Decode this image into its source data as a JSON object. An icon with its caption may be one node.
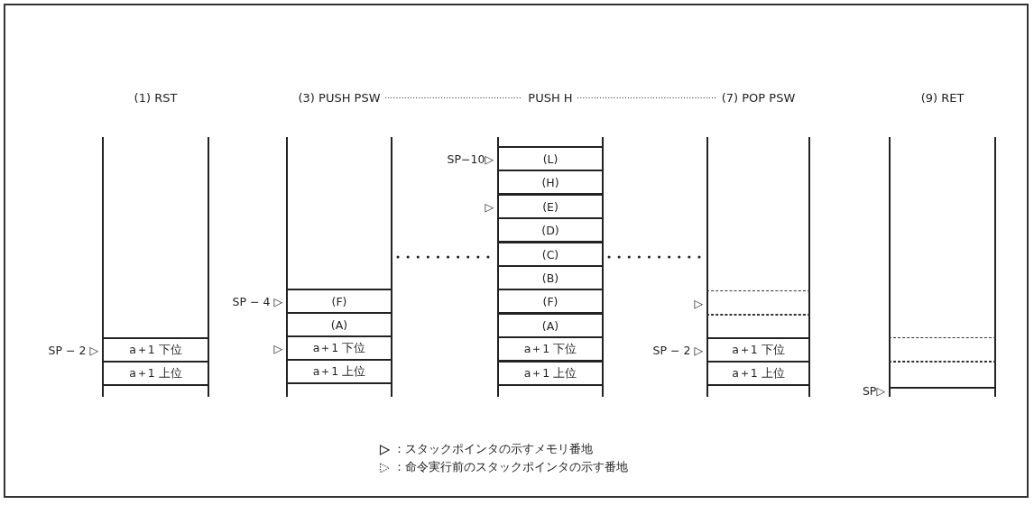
{
  "diagram": {
    "nodes": [
      {
        "text": [
          "(1) RST"
        ]
      },
      {
        "text": [
          "a＋1 下位"
        ],
        "in": 0,
        "beside": [
          "SP − 2 ▷"
        ]
      },
      {
        "text": [
          "a＋1 上位"
        ],
        "in": 0
      },
      {
        "text": [
          "(3) PUSH PSW"
        ]
      },
      {
        "text": [
          "(F)"
        ],
        "in": 3,
        "beside": [
          "SP − 4 ▷"
        ]
      },
      {
        "text": [
          "(A)"
        ],
        "in": 3
      },
      {
        "text": [
          "a＋1 下位"
        ],
        "in": 3,
        "beside": [
          "▷"
        ]
      },
      {
        "text": [
          "a＋1 上位"
        ],
        "in": 3
      },
      {
        "text": [
          "PUSH H"
        ]
      },
      {
        "text": [
          "(L)"
        ],
        "in": 8,
        "beside": [
          "SP−10▷"
        ]
      },
      {
        "text": [
          "(H)"
        ],
        "in": 8
      },
      {
        "text": [
          "(E)"
        ],
        "in": 8,
        "beside": [
          "▷"
        ]
      },
      {
        "text": [
          "(D)"
        ],
        "in": 8
      },
      {
        "text": [
          "(C)"
        ],
        "in": 8
      },
      {
        "text": [
          "(B)"
        ],
        "in": 8
      },
      {
        "text": [
          "(F)"
        ],
        "in": 8
      },
      {
        "text": [
          "(A)"
        ],
        "in": 8
      },
      {
        "text": [
          "a＋1 下位"
        ],
        "in": 8
      },
      {
        "text": [
          "a＋1 上位"
        ],
        "in": 8
      },
      {
        "text": [
          "(7) POP PSW"
        ]
      },
      {
        "text": [],
        "shape": "box",
        "in": 19,
        "beside": [
          "▷"
        ]
      },
      {
        "text": [],
        "shape": "box",
        "in": 19
      },
      {
        "text": [
          "a＋1 下位"
        ],
        "in": 19,
        "beside": [
          "SP − 2 ▷"
        ]
      },
      {
        "text": [
          "a＋1 上位"
        ],
        "in": 19
      },
      {
        "text": [
          "(9) RET"
        ]
      },
      {
        "text": [],
        "shape": "box",
        "in": 24
      },
      {
        "text": [],
        "shape": "box",
        "in": 24,
        "beside": [
          "SP▷"
        ]
      }
    ],
    "edges": [
      {
        "from": 3,
        "to": 8,
        "arrow": "none",
        "style": "dashed"
      },
      {
        "from": 8,
        "to": 19,
        "arrow": "none",
        "style": "dashed"
      },
      {
        "from": 3,
        "to": 8,
        "arrow": "none",
        "style": "dashed"
      },
      {
        "from": 8,
        "to": 19,
        "arrow": "none",
        "style": "dashed"
      }
    ],
    "legend": [
      {
        "text": "：スタックポインタの示すメモリ番地"
      },
      {
        "text": "：命令実行前のスタックポインタの示す番地"
      }
    ]
  }
}
